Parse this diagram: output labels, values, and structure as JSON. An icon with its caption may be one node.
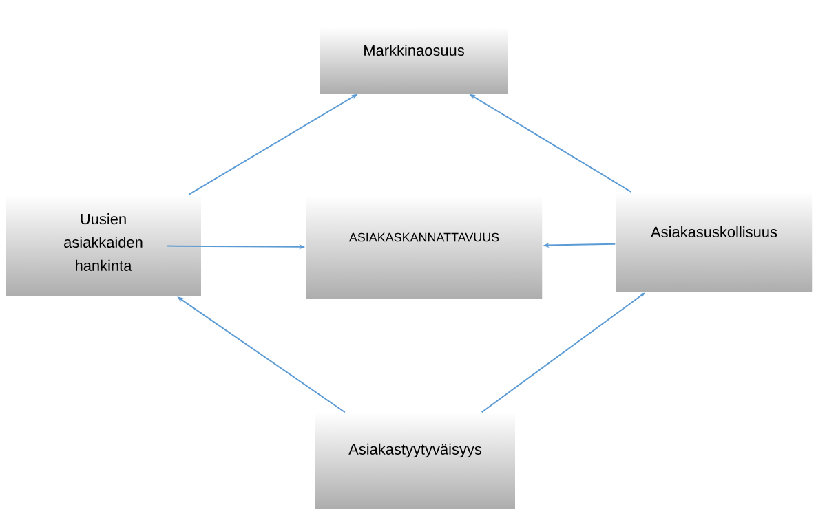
{
  "diagram": {
    "nodes": [
      {
        "text": [
          "Markkinaosuus"
        ]
      },
      {
        "text": [
          "Uusien asiakkaiden hankinta"
        ]
      },
      {
        "text": [
          "ASIAKASKANNATTAVUUS"
        ]
      },
      {
        "text": [
          "Asiakasuskollisuus"
        ]
      },
      {
        "text": [
          "Asiakastyytyväisyys"
        ]
      }
    ],
    "edges": [
      {
        "from": 1,
        "to": 0,
        "arrow": "to",
        "color": "#5b9bd5"
      },
      {
        "from": 3,
        "to": 0,
        "arrow": "to",
        "color": "#5b9bd5"
      },
      {
        "from": 1,
        "to": 2,
        "arrow": "to",
        "color": "#5b9bd5"
      },
      {
        "from": 3,
        "to": 2,
        "arrow": "to",
        "color": "#5b9bd5"
      },
      {
        "from": 4,
        "to": 1,
        "arrow": "to",
        "color": "#5b9bd5"
      },
      {
        "from": 4,
        "to": 3,
        "arrow": "to",
        "color": "#5b9bd5"
      }
    ]
  }
}
